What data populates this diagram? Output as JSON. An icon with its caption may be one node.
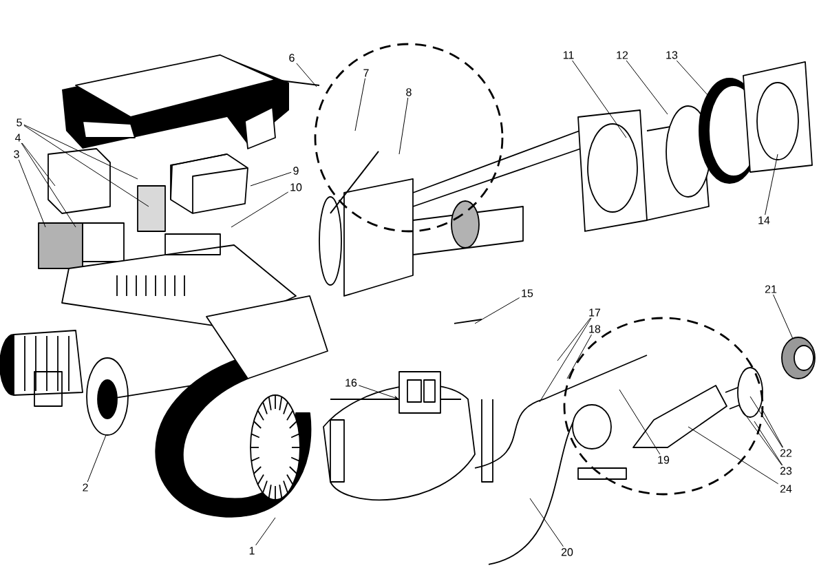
{
  "diagram": {
    "nodes": [
      {
        "text": [
          "1"
        ]
      },
      {
        "text": [
          "2"
        ]
      },
      {
        "text": [
          "3"
        ]
      },
      {
        "text": [
          "4"
        ]
      },
      {
        "text": [
          "5"
        ]
      },
      {
        "text": [
          "6"
        ]
      },
      {
        "text": [
          "7"
        ]
      },
      {
        "text": [
          "8"
        ]
      },
      {
        "text": [
          "9"
        ]
      },
      {
        "text": [
          "10"
        ]
      },
      {
        "text": [
          "11"
        ]
      },
      {
        "text": [
          "12"
        ]
      },
      {
        "text": [
          "13"
        ]
      },
      {
        "text": [
          "14"
        ]
      },
      {
        "text": [
          "15"
        ]
      },
      {
        "text": [
          "16"
        ]
      },
      {
        "text": [
          "17"
        ]
      },
      {
        "text": [
          "18"
        ]
      },
      {
        "text": [
          "19"
        ]
      },
      {
        "text": [
          "20"
        ]
      },
      {
        "text": [
          "21"
        ]
      },
      {
        "text": [
          "22"
        ]
      },
      {
        "text": [
          "23"
        ]
      },
      {
        "text": [
          "24"
        ]
      }
    ],
    "edges": [
      {
        "from": 0,
        "to": null,
        "arrow": "none"
      },
      {
        "from": 1,
        "to": null,
        "arrow": "none"
      },
      {
        "from": 2,
        "to": null,
        "arrow": "none"
      },
      {
        "from": 3,
        "to": null,
        "arrow": "none"
      },
      {
        "from": 3,
        "to": null,
        "arrow": "none"
      },
      {
        "from": 4,
        "to": null,
        "arrow": "none"
      },
      {
        "from": 4,
        "to": null,
        "arrow": "none"
      },
      {
        "from": 5,
        "to": null,
        "arrow": "none"
      },
      {
        "from": 6,
        "to": null,
        "arrow": "none"
      },
      {
        "from": 7,
        "to": null,
        "arrow": "none"
      },
      {
        "from": 8,
        "to": null,
        "arrow": "none"
      },
      {
        "from": 9,
        "to": null,
        "arrow": "none"
      },
      {
        "from": 10,
        "to": null,
        "arrow": "none"
      },
      {
        "from": 11,
        "to": null,
        "arrow": "none"
      },
      {
        "from": 12,
        "to": null,
        "arrow": "none"
      },
      {
        "from": 13,
        "to": null,
        "arrow": "none"
      },
      {
        "from": 14,
        "to": null,
        "arrow": "none"
      },
      {
        "from": 15,
        "to": null,
        "arrow": "to"
      },
      {
        "from": 16,
        "to": null,
        "arrow": "none"
      },
      {
        "from": 16,
        "to": null,
        "arrow": "none"
      },
      {
        "from": 17,
        "to": null,
        "arrow": "none"
      },
      {
        "from": 18,
        "to": null,
        "arrow": "none"
      },
      {
        "from": 19,
        "to": null,
        "arrow": "none"
      },
      {
        "from": 20,
        "to": null,
        "arrow": "none"
      },
      {
        "from": 21,
        "to": null,
        "arrow": "none"
      },
      {
        "from": 21,
        "to": null,
        "arrow": "none"
      },
      {
        "from": 22,
        "to": null,
        "arrow": "none"
      },
      {
        "from": 22,
        "to": null,
        "arrow": "none"
      },
      {
        "from": 23,
        "to": null,
        "arrow": "none"
      }
    ]
  }
}
